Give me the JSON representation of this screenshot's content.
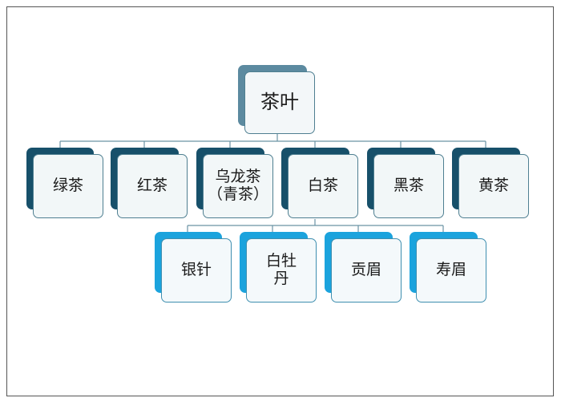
{
  "colors": {
    "root_tab": "#5c8aa0",
    "level1_tab": "#17506a",
    "level2_tab": "#1ba3dd",
    "box_fill": "#f2f7f8",
    "connector": "#6a93a5"
  },
  "root": {
    "label": "茶叶"
  },
  "categories": [
    {
      "label": "绿茶"
    },
    {
      "label": "红茶"
    },
    {
      "label": "乌龙茶\n（青茶）"
    },
    {
      "label": "白茶"
    },
    {
      "label": "黑茶"
    },
    {
      "label": "黄茶"
    }
  ],
  "white_tea_children": [
    {
      "label": "银针"
    },
    {
      "label": "白牡\n丹"
    },
    {
      "label": "贡眉"
    },
    {
      "label": "寿眉"
    }
  ]
}
